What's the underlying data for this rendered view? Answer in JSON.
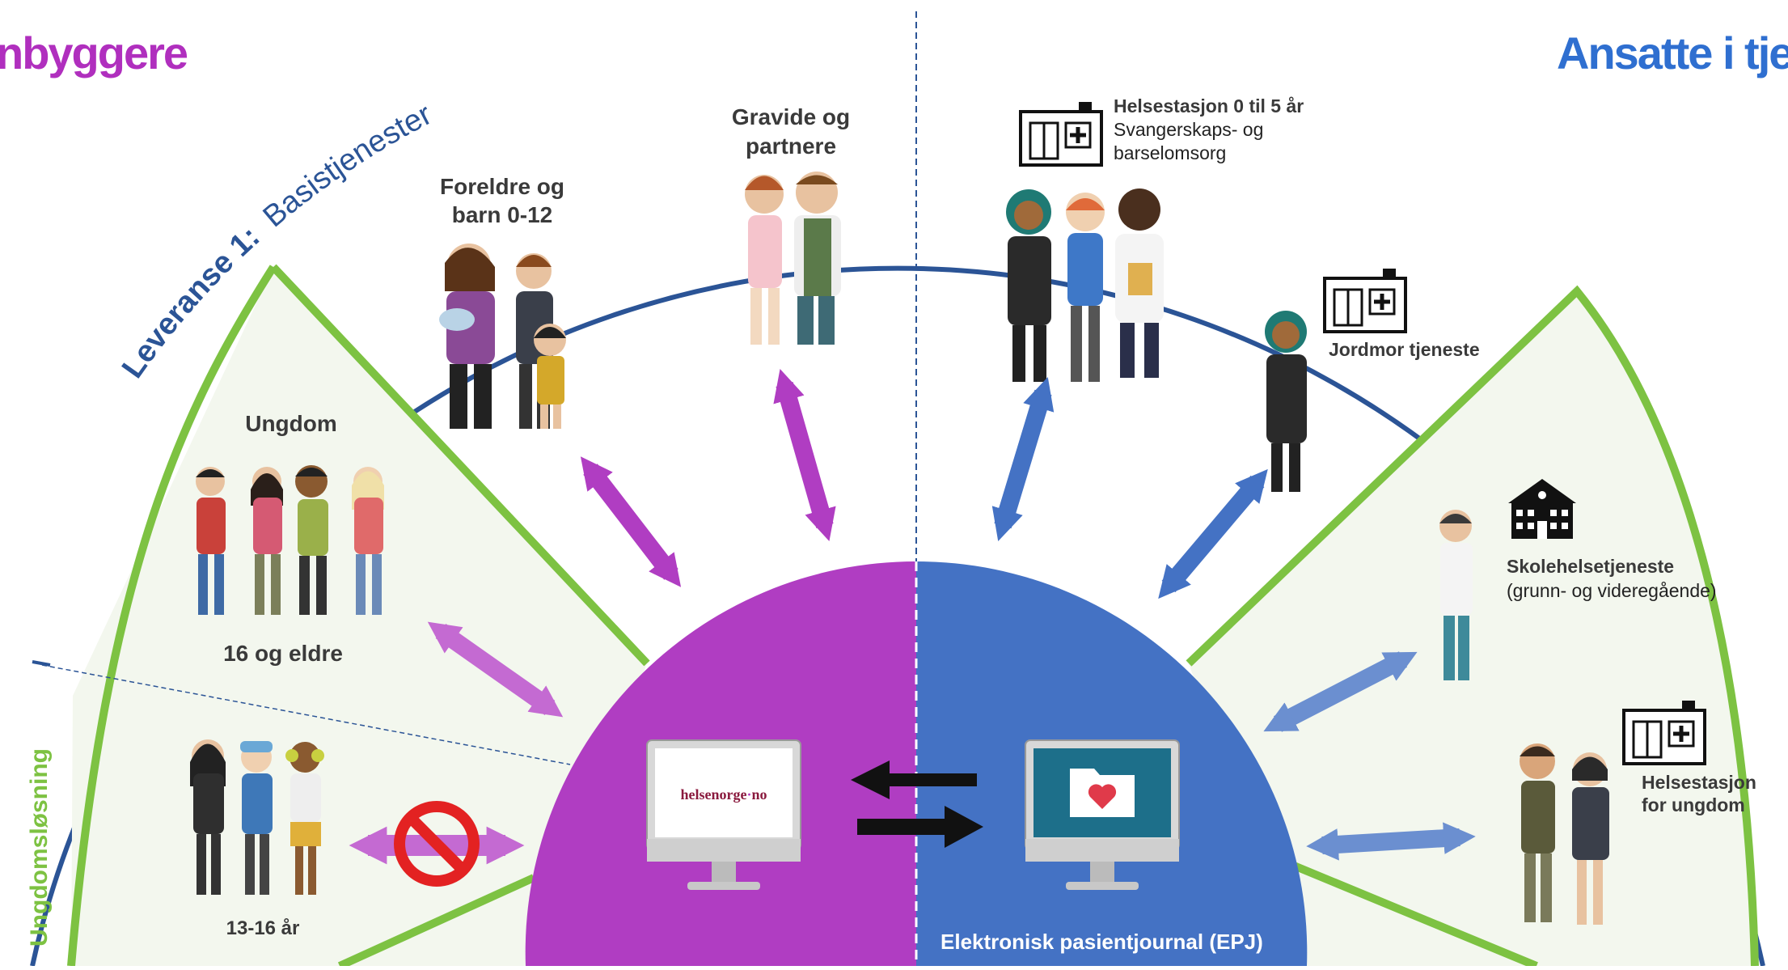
{
  "headers": {
    "left": "nbyggere",
    "right": "Ansatte i tjen"
  },
  "arc_labels": {
    "leveranse_bold": "Leveranse 1:",
    "leveranse_rest": "Basistjenester",
    "ungdomslosning": "Ungdomsløsning"
  },
  "groups": {
    "gravide_line1": "Gravide og",
    "gravide_line2": "partnere",
    "foreldre_line1": "Foreldre og",
    "foreldre_line2": "barn 0-12",
    "ungdom": "Ungdom",
    "sixteen": "16 og eldre",
    "thirteen": "13-16 år"
  },
  "services": {
    "helsestasjon_title": "Helsestasjon 0 til 5 år",
    "helsestasjon_sub1": "Svangerskaps- og",
    "helsestasjon_sub2": "barselomsorg",
    "jordmor": "Jordmor tjeneste",
    "skole_title": "Skolehelsetjeneste",
    "skole_sub": "(grunn- og videregående)",
    "ungdom_line1": "Helsestasjon",
    "ungdom_line2": "for ungdom"
  },
  "center": {
    "helsenorge": "helsenorge",
    "helsenorge_dot": "·",
    "helsenorge_tld": "no",
    "epj": "Elektronisk pasientjournal (EPJ)"
  },
  "colors": {
    "purple": "#b03dc2",
    "blue": "#4472c4",
    "green": "#7dc242",
    "arc": "#2b5496",
    "sector_fill": "#f3f7ee"
  }
}
